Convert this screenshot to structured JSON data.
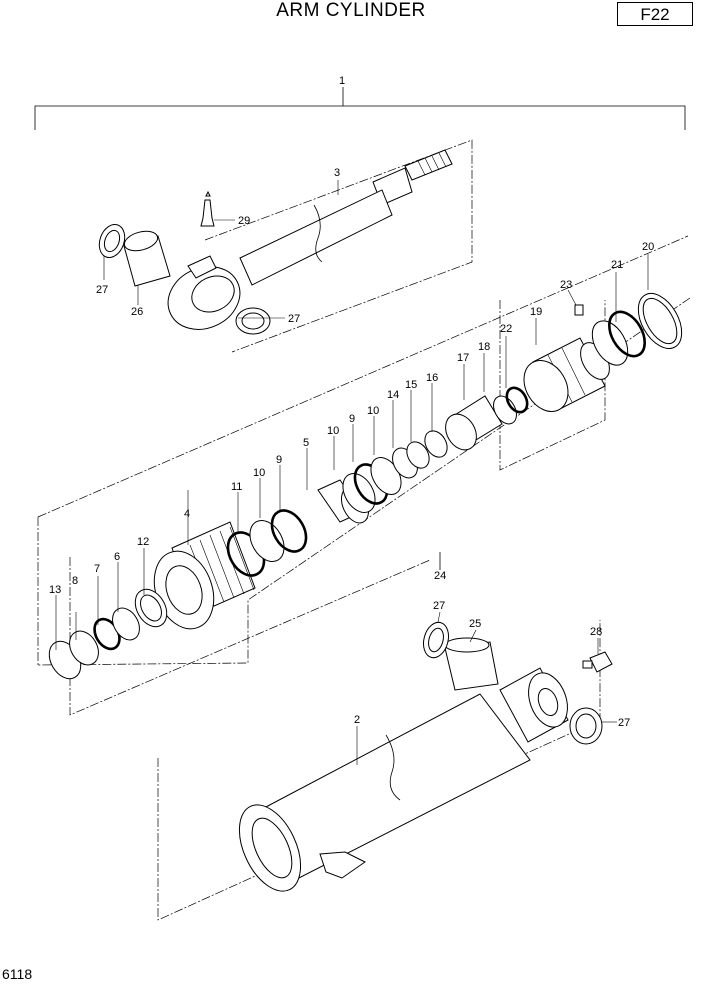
{
  "header": {
    "title": "ARM CYLINDER",
    "code": "F22"
  },
  "footer": {
    "page_number": "6118"
  },
  "callouts": {
    "c1": "1",
    "c2": "2",
    "c3": "3",
    "c4": "4",
    "c5": "5",
    "c6": "6",
    "c7": "7",
    "c8": "8",
    "c9a": "9",
    "c9b": "9",
    "c10a": "10",
    "c10b": "10",
    "c10c": "10",
    "c11": "11",
    "c12": "12",
    "c13": "13",
    "c14": "14",
    "c15": "15",
    "c16": "16",
    "c17": "17",
    "c18": "18",
    "c19": "19",
    "c20": "20",
    "c21": "21",
    "c22": "22",
    "c23": "23",
    "c24": "24",
    "c25": "25",
    "c26": "26",
    "c27a": "27",
    "c27b": "27",
    "c27c": "27",
    "c27d": "27",
    "c28": "28",
    "c29": "29"
  }
}
